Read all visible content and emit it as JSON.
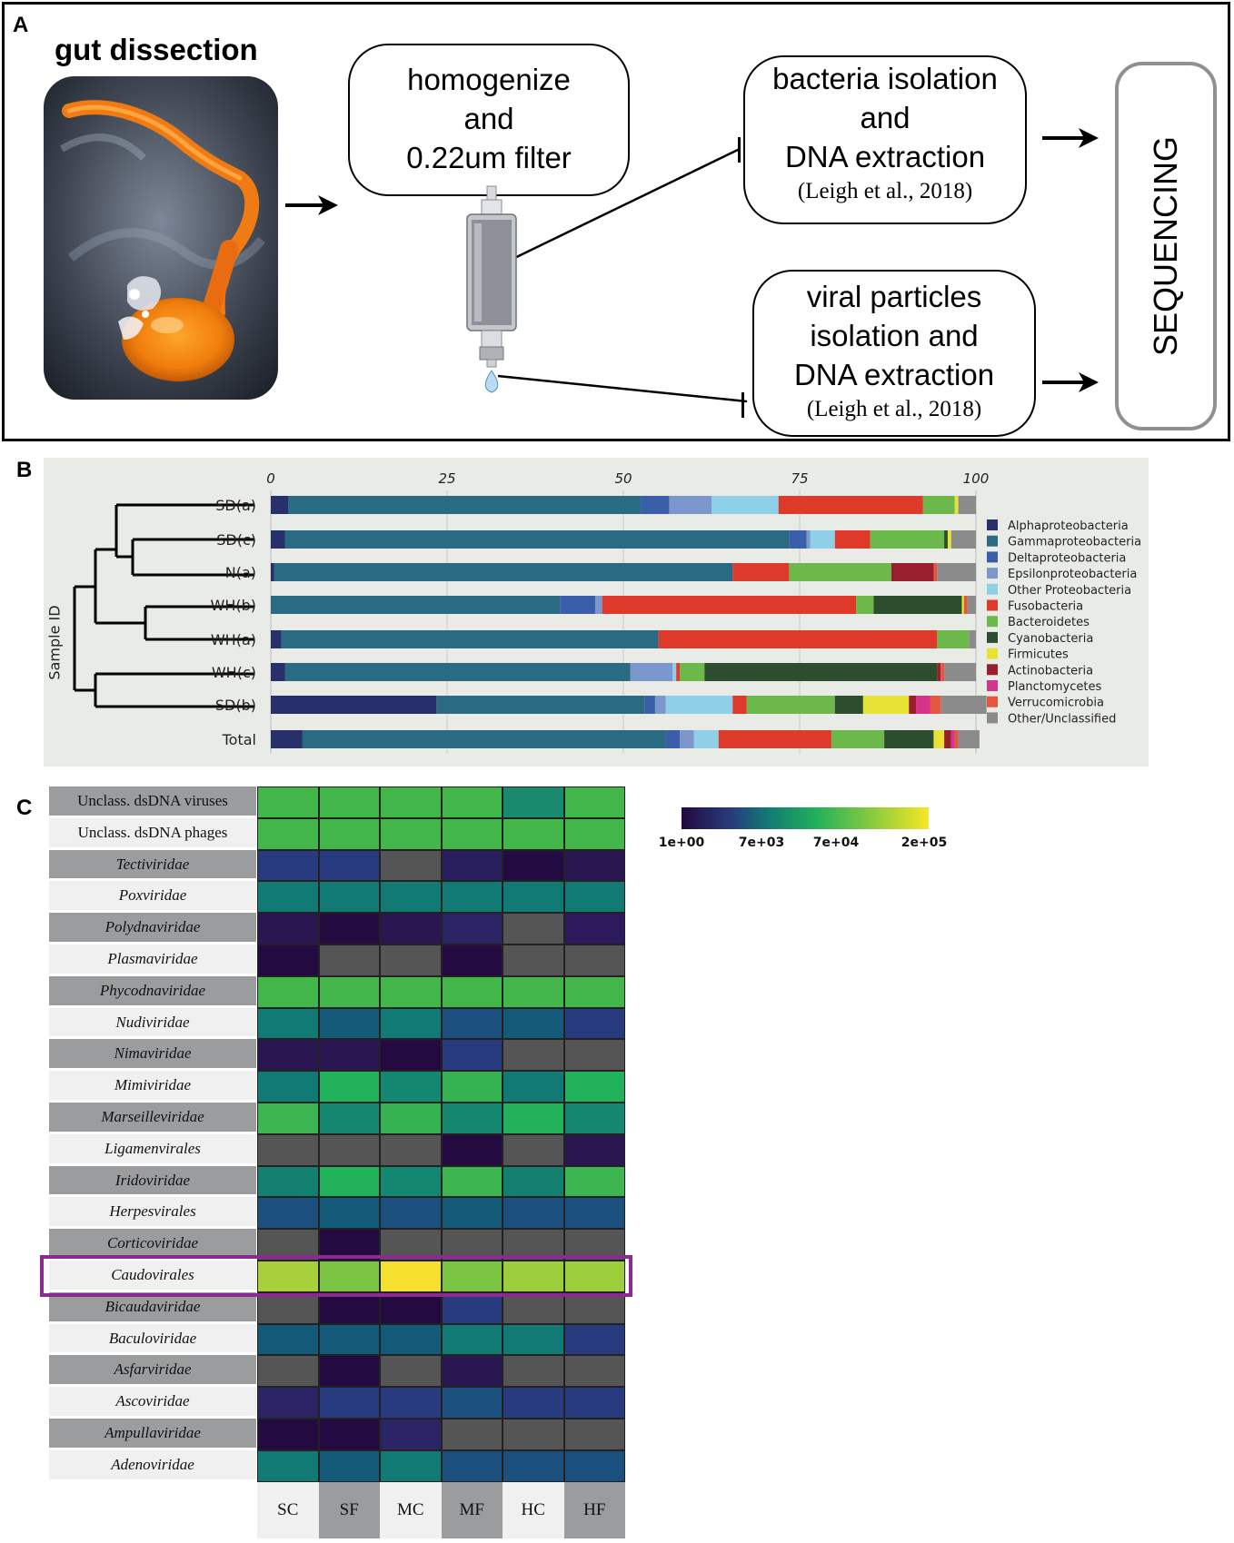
{
  "panel_a": {
    "letter": "A",
    "dissection_title": "gut dissection",
    "step_homogenize": [
      "homogenize",
      "and",
      "0.22um filter"
    ],
    "step_bacteria": [
      "bacteria isolation",
      "and",
      "DNA extraction"
    ],
    "step_bacteria_cite": "(Leigh et al., 2018)",
    "step_viral": [
      "viral particles",
      "isolation and",
      "DNA extraction"
    ],
    "step_viral_cite": "(Leigh et al., 2018)",
    "sequencing": "SEQUENCING"
  },
  "panel_b": {
    "letter": "B",
    "y_axis_label": "Sample ID",
    "ticks": [
      "0",
      "25",
      "50",
      "75",
      "100"
    ],
    "rows": [
      "SD(a)",
      "SD(c)",
      "N(a)",
      "WH(b)",
      "WH(a)",
      "WH(c)",
      "SD(b)",
      "Total"
    ],
    "legend": [
      {
        "name": "Alphaproteobacteria",
        "color": "#27306a"
      },
      {
        "name": "Gammaproteobacteria",
        "color": "#2a6a82"
      },
      {
        "name": "Deltaproteobacteria",
        "color": "#3b5ea8"
      },
      {
        "name": "Epsilonproteobacteria",
        "color": "#7b97cc"
      },
      {
        "name": "Other Proteobacteria",
        "color": "#8fd0e8"
      },
      {
        "name": "Fusobacteria",
        "color": "#dd3a2b"
      },
      {
        "name": "Bacteroidetes",
        "color": "#6db84a"
      },
      {
        "name": "Cyanobacteria",
        "color": "#2c4e2e"
      },
      {
        "name": "Firmicutes",
        "color": "#e6e236"
      },
      {
        "name": "Actinobacteria",
        "color": "#9a1f2e"
      },
      {
        "name": "Planctomycetes",
        "color": "#d5338c"
      },
      {
        "name": "Verrucomicrobia",
        "color": "#e4573e"
      },
      {
        "name": "Other/Unclassified",
        "color": "#8a8a8a"
      }
    ]
  },
  "chart_data": {
    "type": "bar",
    "orientation": "horizontal-stacked",
    "xlim": [
      0,
      100
    ],
    "x_ticks": [
      0,
      25,
      50,
      75,
      100
    ],
    "ylabel": "Sample ID",
    "categories": [
      "SD(a)",
      "SD(c)",
      "N(a)",
      "WH(b)",
      "WH(a)",
      "WH(c)",
      "SD(b)",
      "Total"
    ],
    "series": [
      {
        "name": "Alphaproteobacteria",
        "values": [
          2.5,
          2,
          0.5,
          0,
          1.5,
          2,
          23.5,
          4.5
        ]
      },
      {
        "name": "Gammaproteobacteria",
        "values": [
          50,
          71.5,
          65,
          41,
          53.5,
          49,
          29.5,
          51.5
        ]
      },
      {
        "name": "Deltaproteobacteria",
        "values": [
          4,
          2.5,
          0,
          5,
          0,
          0,
          1.5,
          2
        ]
      },
      {
        "name": "Epsilonproteobacteria",
        "values": [
          6,
          0.5,
          0,
          1,
          0,
          6,
          1.5,
          2
        ]
      },
      {
        "name": "Other Proteobacteria",
        "values": [
          9.5,
          3.5,
          0,
          0,
          0,
          0.5,
          9.5,
          3.5
        ]
      },
      {
        "name": "Fusobacteria",
        "values": [
          20.5,
          5,
          8,
          36,
          39.5,
          0.5,
          2,
          16
        ]
      },
      {
        "name": "Bacteroidetes",
        "values": [
          4.5,
          10.5,
          14.5,
          2.5,
          4.5,
          3.5,
          12.5,
          7.5
        ]
      },
      {
        "name": "Cyanobacteria",
        "values": [
          0,
          0.5,
          0,
          12.5,
          0,
          33,
          4,
          7
        ]
      },
      {
        "name": "Firmicutes",
        "values": [
          0.5,
          0.5,
          0,
          0.3,
          0,
          0,
          6.5,
          1.5
        ]
      },
      {
        "name": "Actinobacteria",
        "values": [
          0,
          0,
          6,
          0,
          0,
          0.5,
          1,
          1
        ]
      },
      {
        "name": "Planctomycetes",
        "values": [
          0,
          0,
          0,
          0,
          0,
          0,
          2,
          0.5
        ]
      },
      {
        "name": "Verrucomicrobia",
        "values": [
          0,
          0,
          0.5,
          0.5,
          0,
          0.5,
          1.5,
          0.5
        ]
      },
      {
        "name": "Other/Unclassified",
        "values": [
          2.5,
          3.5,
          5.5,
          1.2,
          1,
          4.5,
          6.5,
          3
        ]
      }
    ]
  },
  "panel_c": {
    "letter": "C",
    "rows": [
      "Unclass. dsDNA viruses",
      "Unclass. dsDNA phages",
      "Tectiviridae",
      "Poxviridae",
      "Polydnaviridae",
      "Plasmaviridae",
      "Phycodnaviridae",
      "Nudiviridae",
      "Nimaviridae",
      "Mimiviridae",
      "Marseilleviridae",
      "Ligamenvirales",
      "Iridoviridae",
      "Herpesvirales",
      "Corticoviridae",
      "Caudovirales",
      "Bicaudaviridae",
      "Baculoviridae",
      "Asfarviridae",
      "Ascoviridae",
      "Ampullaviridae",
      "Adenoviridae"
    ],
    "columns": [
      "SC",
      "SF",
      "MC",
      "MF",
      "HC",
      "HF"
    ],
    "highlight_row": "Caudovirales",
    "colorbar_labels": [
      "1e+00",
      "7e+03",
      "7e+04",
      "2e+05"
    ],
    "cells": [
      [
        "#43b649",
        "#43b649",
        "#43b649",
        "#43b649",
        "#1a8a6e",
        "#43b649"
      ],
      [
        "#43b649",
        "#43b649",
        "#43b649",
        "#43b649",
        "#43b649",
        "#43b649"
      ],
      [
        "#283b7e",
        "#283b7e",
        "#555555",
        "#2a1f5e",
        "#230a40",
        "#2a1650"
      ],
      [
        "#127a74",
        "#127a74",
        "#127a74",
        "#127a74",
        "#127a74",
        "#127a74"
      ],
      [
        "#2a1650",
        "#230a40",
        "#2a1650",
        "#2c2565",
        "#555555",
        "#2c1a5c"
      ],
      [
        "#230a40",
        "#555555",
        "#555555",
        "#230a40",
        "#555555",
        "#555555"
      ],
      [
        "#43b649",
        "#43b649",
        "#43b649",
        "#43b649",
        "#43b649",
        "#43b649"
      ],
      [
        "#127a74",
        "#135a79",
        "#127a74",
        "#1a4f7e",
        "#135a79",
        "#283b7e"
      ],
      [
        "#2a1650",
        "#2a1650",
        "#230a40",
        "#283b7e",
        "#555555",
        "#555555"
      ],
      [
        "#127a74",
        "#22b25a",
        "#13876f",
        "#35b352",
        "#127a74",
        "#22b25a"
      ],
      [
        "#3db550",
        "#13876f",
        "#35b352",
        "#13876f",
        "#22b25a",
        "#13876f"
      ],
      [
        "#555555",
        "#555555",
        "#555555",
        "#230a40",
        "#555555",
        "#2a1650"
      ],
      [
        "#13806f",
        "#22b25a",
        "#13876f",
        "#3db550",
        "#13806f",
        "#3db550"
      ],
      [
        "#1a4f7e",
        "#135a79",
        "#1a4f7e",
        "#135a79",
        "#1a4f7e",
        "#1a4f7e"
      ],
      [
        "#555555",
        "#230a40",
        "#555555",
        "#555555",
        "#555555",
        "#555555"
      ],
      [
        "#a8d03a",
        "#7cc444",
        "#f5e02d",
        "#7cc444",
        "#9cce3c",
        "#9cce3c"
      ],
      [
        "#555555",
        "#230a40",
        "#230a40",
        "#283b7e",
        "#555555",
        "#555555"
      ],
      [
        "#135a79",
        "#135a79",
        "#135a79",
        "#127a74",
        "#127a74",
        "#283b7e"
      ],
      [
        "#555555",
        "#230a40",
        "#555555",
        "#2a1650",
        "#555555",
        "#555555"
      ],
      [
        "#2c2565",
        "#283b7e",
        "#283b7e",
        "#1a4f7e",
        "#283b7e",
        "#283b7e"
      ],
      [
        "#230a40",
        "#230a40",
        "#2c2565",
        "#555555",
        "#555555",
        "#555555"
      ],
      [
        "#127a74",
        "#135a79",
        "#127a74",
        "#1a4f7e",
        "#1a4f7e",
        "#1a4f7e"
      ]
    ]
  }
}
